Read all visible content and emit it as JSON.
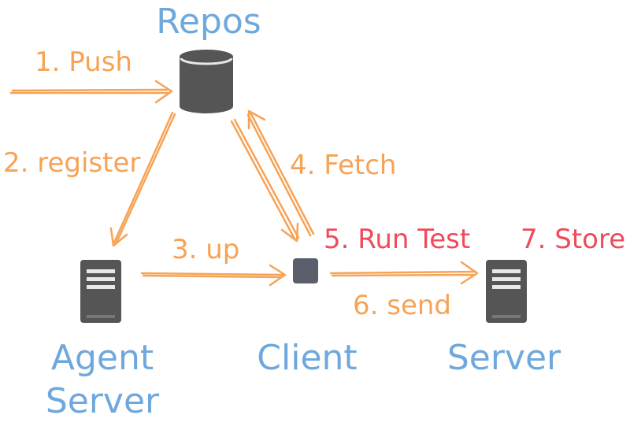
{
  "nodes": {
    "repos": {
      "label": "Repos",
      "icon": "database-icon"
    },
    "agent": {
      "label_line1": "Agent",
      "label_line2": "Server",
      "icon": "server-icon"
    },
    "client": {
      "label": "Client",
      "icon": "client-square-icon"
    },
    "server": {
      "label": "Server",
      "icon": "server-icon"
    }
  },
  "steps": {
    "push": "1. Push",
    "register": "2. register",
    "up": "3. up",
    "fetch": "4. Fetch",
    "run_test": "5. Run Test",
    "send": "6. send",
    "store": "7. Store"
  },
  "colors": {
    "node_label": "#6fa8dc",
    "step_label": "#f6a356",
    "highlight_label": "#ef4b5a",
    "arrow": "#f6a356",
    "icon_dark": "#555555",
    "client_square": "#5b5f6b"
  }
}
